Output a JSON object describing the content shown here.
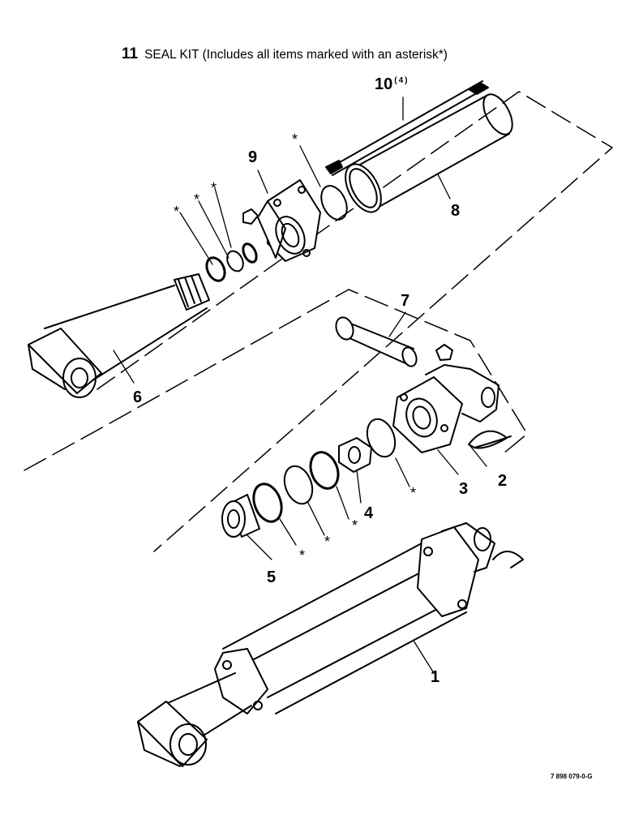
{
  "title": {
    "item_number": "11",
    "text": "SEAL KIT (Includes all items marked with an asterisk*)"
  },
  "callouts": [
    {
      "id": "1",
      "label": "1"
    },
    {
      "id": "2",
      "label": "2"
    },
    {
      "id": "3",
      "label": "3"
    },
    {
      "id": "4",
      "label": "4"
    },
    {
      "id": "5",
      "label": "5"
    },
    {
      "id": "6",
      "label": "6"
    },
    {
      "id": "7",
      "label": "7"
    },
    {
      "id": "8",
      "label": "8"
    },
    {
      "id": "9",
      "label": "9"
    },
    {
      "id": "10",
      "label": "10",
      "quantity": "(4)"
    }
  ],
  "asterisk_symbol": "*",
  "figure_id": "7 898 079-0-G"
}
